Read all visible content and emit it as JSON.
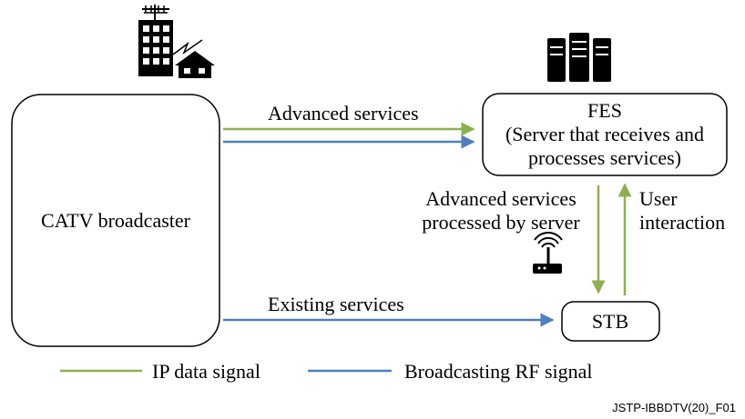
{
  "nodes": {
    "catv": "CATV broadcaster",
    "fes_line1": "FES",
    "fes_line2": "(Server that receives and",
    "fes_line3": "processes services)",
    "stb": "STB"
  },
  "edges": {
    "advanced": "Advanced services",
    "existing": "Existing services",
    "processed_line1": "Advanced services",
    "processed_line2": "processed by server",
    "user_line1": "User",
    "user_line2": "interaction"
  },
  "legend": {
    "ip": "IP data signal",
    "rf": "Broadcasting RF signal"
  },
  "figure_code": "JSTP-IBBDTV(20)_F01",
  "colors": {
    "ip_signal": "#8db04f",
    "rf_signal": "#4d7fc1",
    "outline": "#000000"
  },
  "icons": [
    "building-antenna-icon",
    "server-rack-icon",
    "wifi-router-icon"
  ]
}
